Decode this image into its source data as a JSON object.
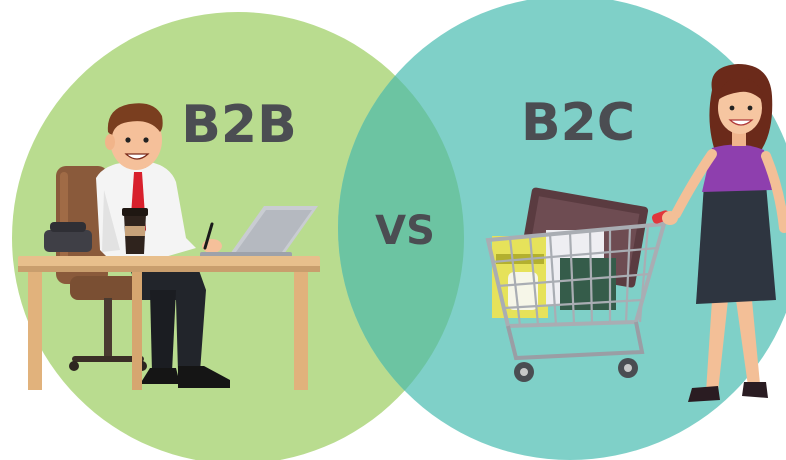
{
  "labels": {
    "left": "B2B",
    "center": "VS",
    "right": "B2C"
  },
  "colors": {
    "left_circle": "#b9dc8f",
    "right_circle": "#7fd0c8",
    "overlap": "#6cc4a2",
    "text": "#4b4d52"
  }
}
